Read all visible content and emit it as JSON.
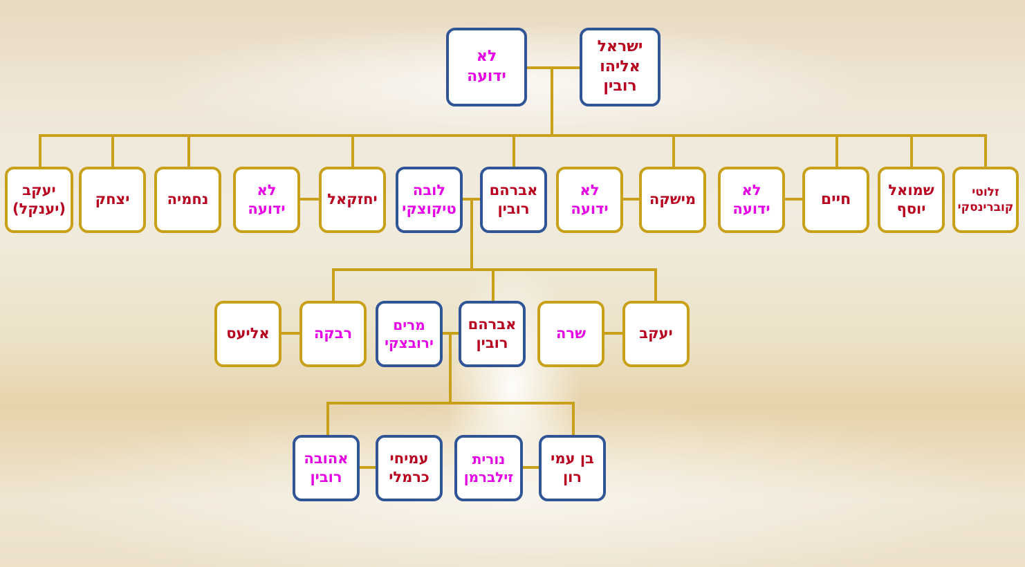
{
  "colors": {
    "connector": "#c9a019",
    "gold_border": "#c9a019",
    "blue_border": "#2f5597",
    "name_red": "#b8001f",
    "name_pink": "#e600e6",
    "box_fill": "#ffffff"
  },
  "nodes": {
    "gen1_father": {
      "lines": [
        "ישראל",
        "אליהו",
        "רובין"
      ]
    },
    "gen1_mother": {
      "lines": [
        "לא",
        "ידועה"
      ]
    },
    "gen2": {
      "zloti": {
        "lines": [
          "זלוטי",
          "קוברינסקי"
        ]
      },
      "shmuel": {
        "lines": [
          "שמואל",
          "יוסף"
        ]
      },
      "chaim": {
        "lines": [
          "חיים"
        ]
      },
      "chaim_spouse": {
        "lines": [
          "לא",
          "ידועה"
        ]
      },
      "mishka": {
        "lines": [
          "מישקה"
        ]
      },
      "mishka_spouse": {
        "lines": [
          "לא",
          "ידועה"
        ]
      },
      "avraham": {
        "lines": [
          "אברהם",
          "רובין"
        ]
      },
      "luba": {
        "lines": [
          "לובה",
          "טיקוצקי"
        ]
      },
      "yechezkel": {
        "lines": [
          "יחזקאל"
        ]
      },
      "yechezkel_spouse": {
        "lines": [
          "לא",
          "ידועה"
        ]
      },
      "nechemia": {
        "lines": [
          "נחמיה"
        ]
      },
      "yitzchak": {
        "lines": [
          "יצחק"
        ]
      },
      "yaakov": {
        "lines": [
          "יעקב",
          "(יענקל)"
        ]
      }
    },
    "gen3": {
      "yaakov": {
        "lines": [
          "יעקב"
        ]
      },
      "sara": {
        "lines": [
          "שרה"
        ]
      },
      "avraham": {
        "lines": [
          "אברהם",
          "רובין"
        ]
      },
      "miriam": {
        "lines": [
          "מרים",
          "ירובצקי"
        ]
      },
      "rivka": {
        "lines": [
          "רבקה"
        ]
      },
      "elias": {
        "lines": [
          "אליעס"
        ]
      }
    },
    "gen4": {
      "benami": {
        "lines": [
          "בן עמי",
          "רון"
        ]
      },
      "nurit": {
        "lines": [
          "נורית",
          "זילברמן"
        ]
      },
      "amichai": {
        "lines": [
          "עמיחי",
          "כרמלי"
        ]
      },
      "ahuva": {
        "lines": [
          "אהובה",
          "רובין"
        ]
      }
    }
  }
}
